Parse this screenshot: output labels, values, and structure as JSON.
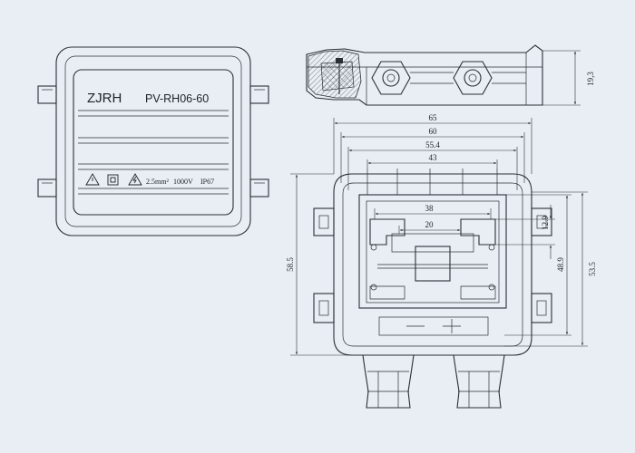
{
  "label": {
    "brand": "ZJRH",
    "model": "PV-RH06-60",
    "spec_cross_section": "2.5mm²",
    "spec_voltage": "1000V",
    "spec_rating": "IP67"
  },
  "icons": [
    "warning-triangle-icon",
    "double-insulation-icon",
    "electric-hazard-icon"
  ],
  "dimensions": {
    "width_65": "65",
    "width_60": "60",
    "width_55_4": "55.4",
    "width_43": "43",
    "width_38": "38",
    "width_20": "20",
    "height_19_3": "19,3",
    "height_12_9": "12.9",
    "height_48_9": "48.9",
    "height_53_5": "53.5",
    "height_58_5": "58.5"
  }
}
